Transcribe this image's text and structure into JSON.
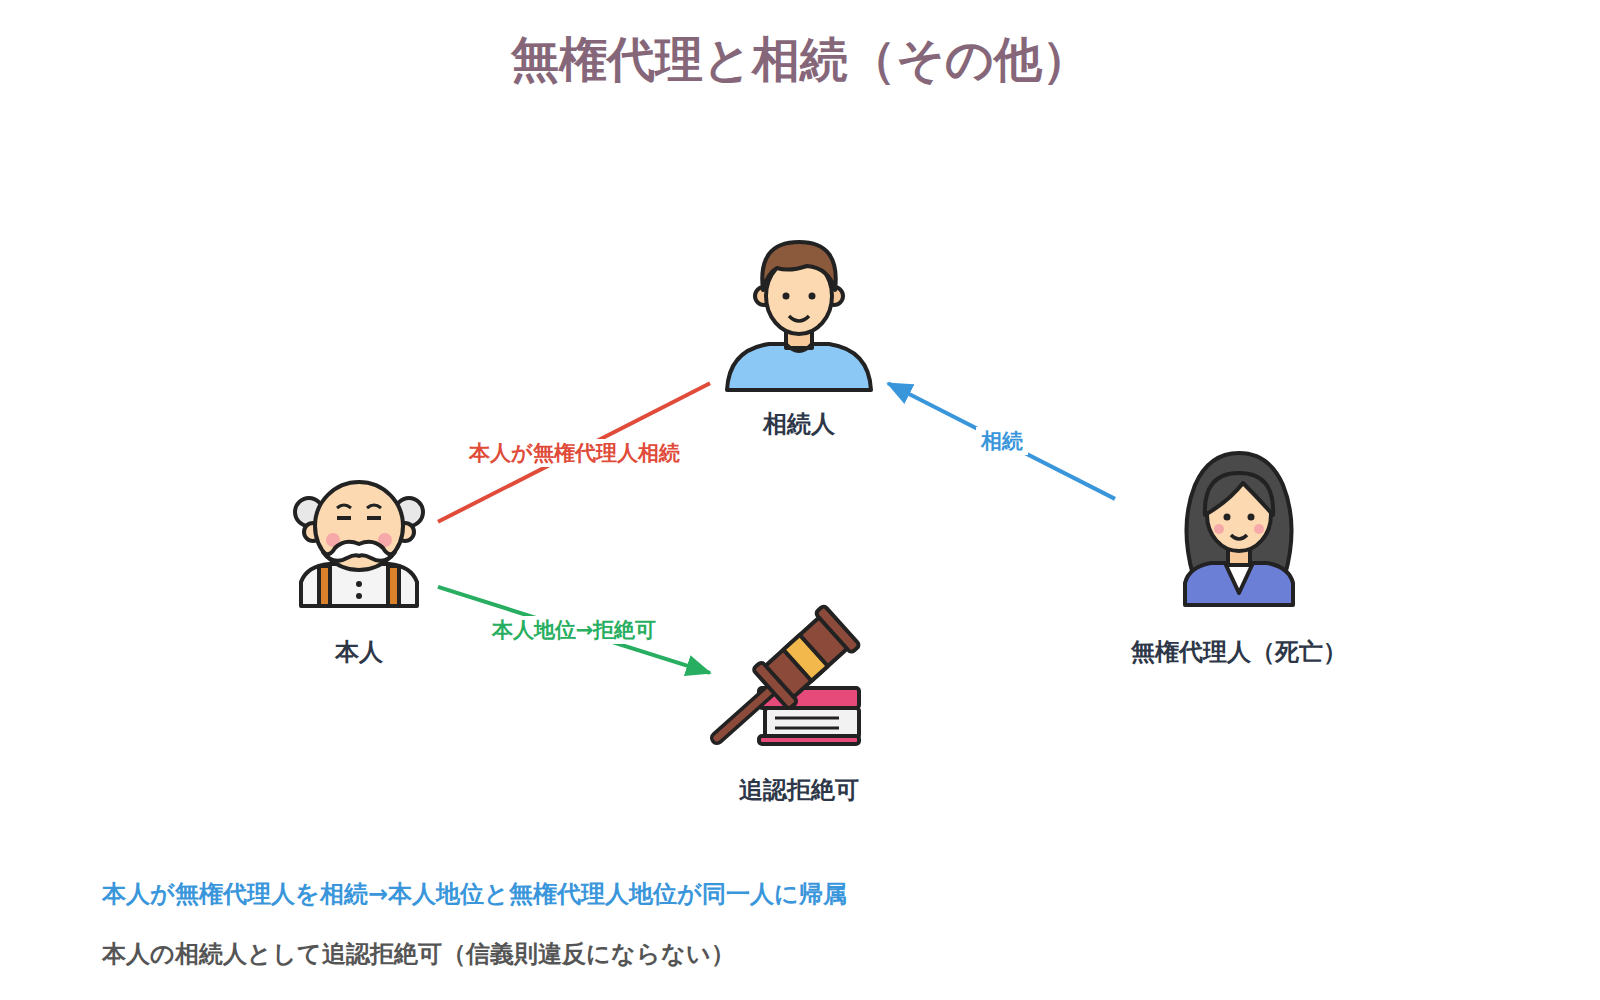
{
  "diagram": {
    "title": "無権代理と相続（その他）",
    "nodes": [
      {
        "text": [
          "相続人"
        ]
      },
      {
        "text": [
          "本人"
        ]
      },
      {
        "text": [
          "無権代理人（死亡）"
        ]
      },
      {
        "text": [
          "追認拒絶可"
        ]
      }
    ],
    "edges": [
      {
        "from": 1,
        "to": 0,
        "arrow": "none",
        "label": "本人が無権代理人相続"
      },
      {
        "from": 2,
        "to": 0,
        "arrow": "to",
        "label": "相続"
      },
      {
        "from": 1,
        "to": 3,
        "arrow": "to",
        "label": "本人地位→拒絶可"
      }
    ],
    "labels": [
      "本人が無権代理人を相続→本人地位と無権代理人地位が同一人に帰属",
      "本人の相続人として追認拒絶可（信義則違反にならない）"
    ]
  }
}
